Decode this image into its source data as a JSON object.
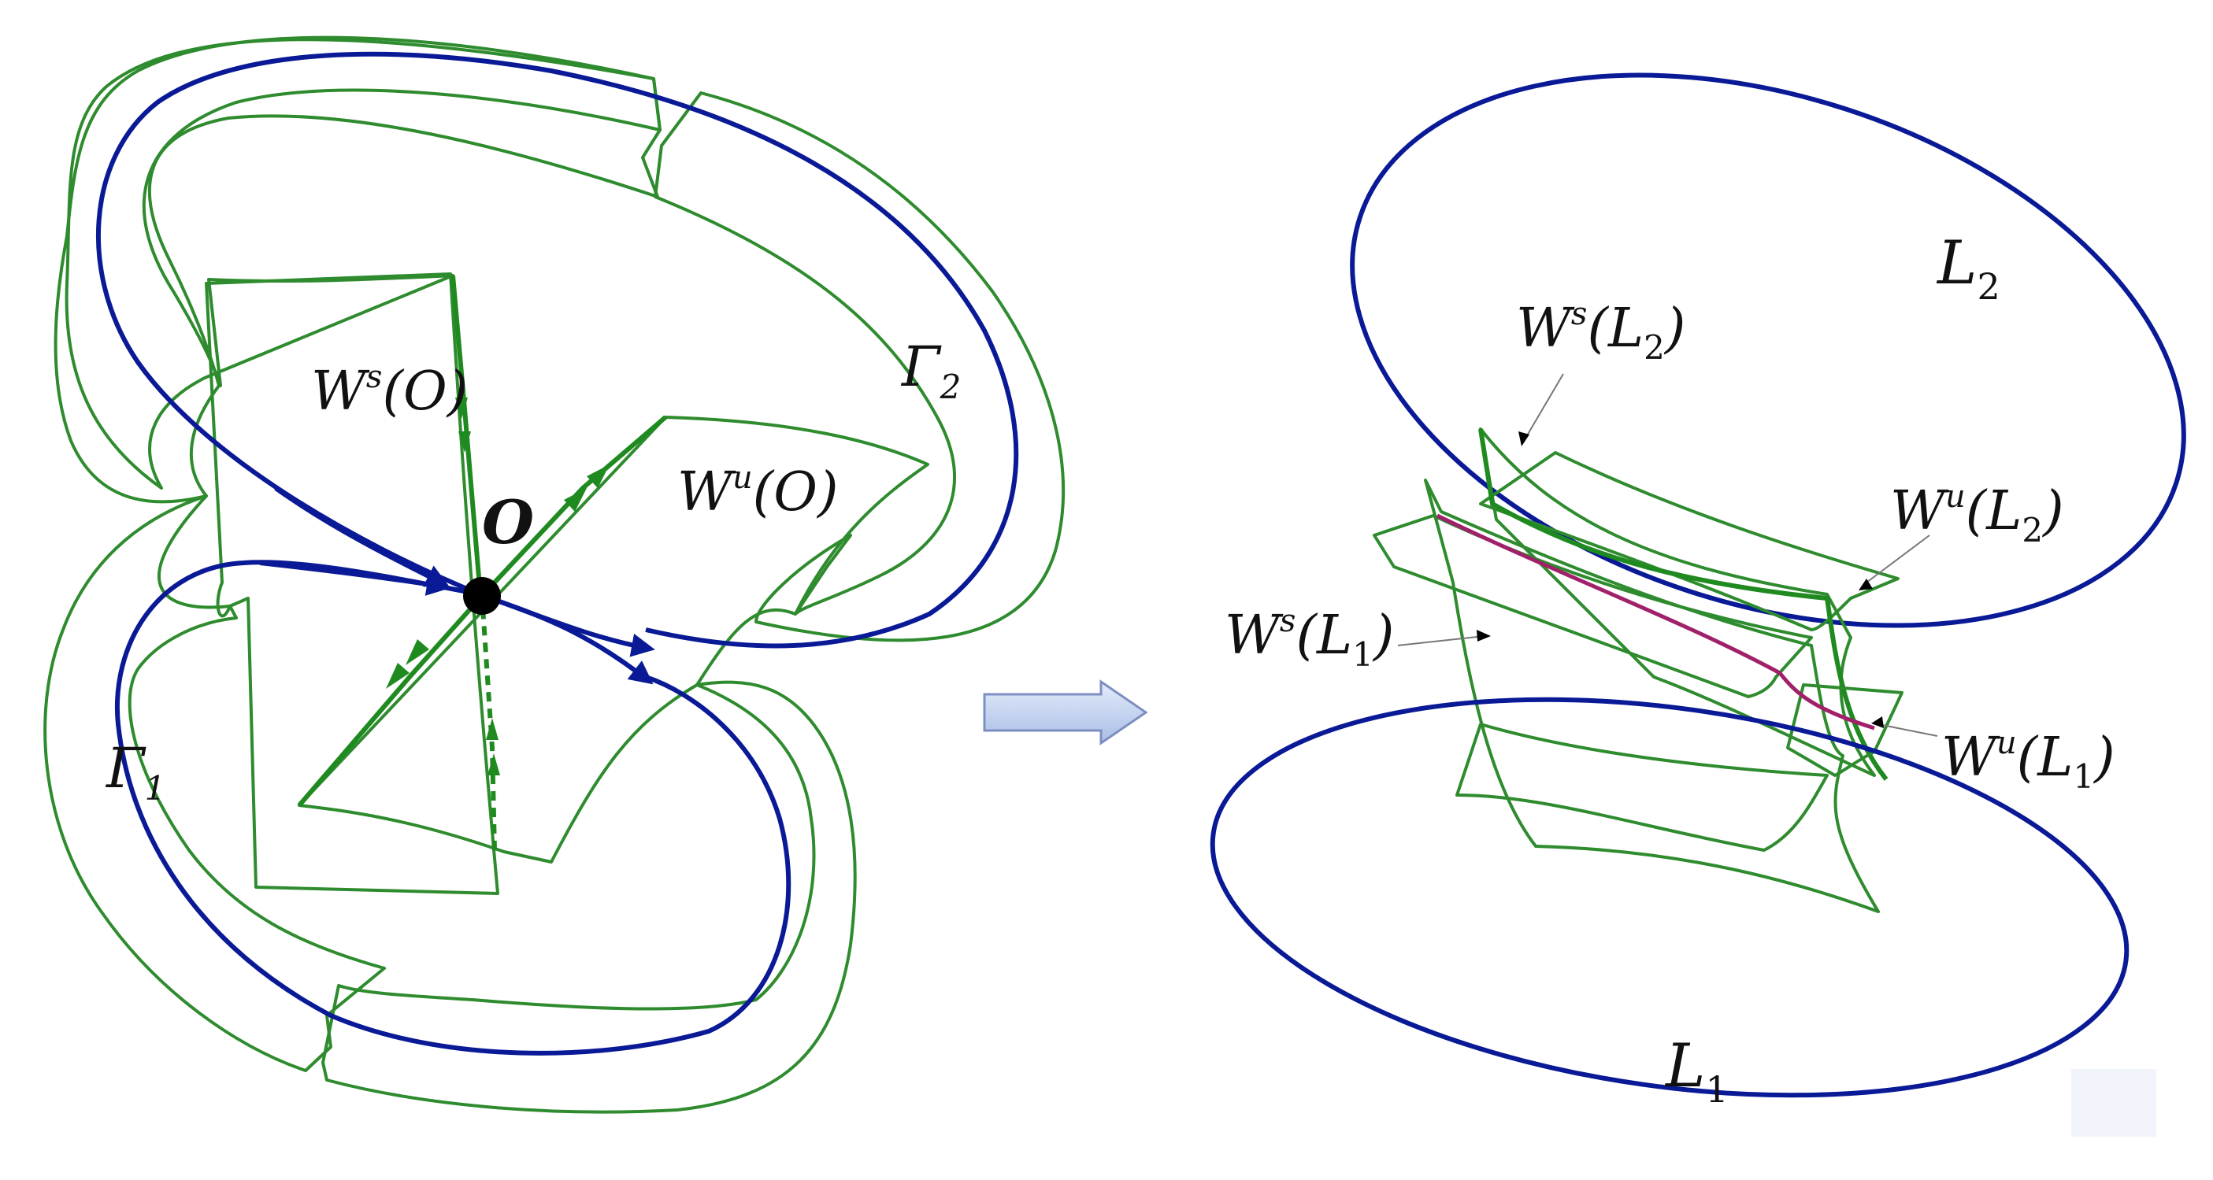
{
  "labels": {
    "ws_o_W": "W",
    "ws_o_sup": "s",
    "ws_o_arg": "(O)",
    "wu_o_W": "W",
    "wu_o_sup": "u",
    "wu_o_arg": "(O)",
    "o": "O",
    "gamma1": "Γ",
    "gamma1_sub": "1",
    "gamma2": "Γ",
    "gamma2_sub": "2",
    "l2": "L",
    "l2_sub": "2",
    "l1": "L",
    "l1_sub": "1",
    "ws_l2_W": "W",
    "ws_l2_sup": "s",
    "ws_l2_open": "(L",
    "ws_l2_sub": "2",
    "ws_l2_close": ")",
    "wu_l2_W": "W",
    "wu_l2_sup": "u",
    "wu_l2_open": "(L",
    "wu_l2_sub": "2",
    "wu_l2_close": ")",
    "ws_l1_W": "W",
    "ws_l1_sup": "s",
    "ws_l1_open": "(L",
    "ws_l1_sub": "1",
    "ws_l1_close": ")",
    "wu_l1_W": "W",
    "wu_l1_sup": "u",
    "wu_l1_open": "(L",
    "wu_l1_sub": "1",
    "wu_l1_close": ")"
  },
  "colors": {
    "stable_surface": "#cce5f3",
    "unstable_surface": "#f7f690",
    "bright_yellow": "#ffff00",
    "orbit_blue": "#0a1a96",
    "manifold_green": "#1f8a1f",
    "intersection_red": "#a0206a",
    "arrow_fill": "#c9d6f0"
  }
}
